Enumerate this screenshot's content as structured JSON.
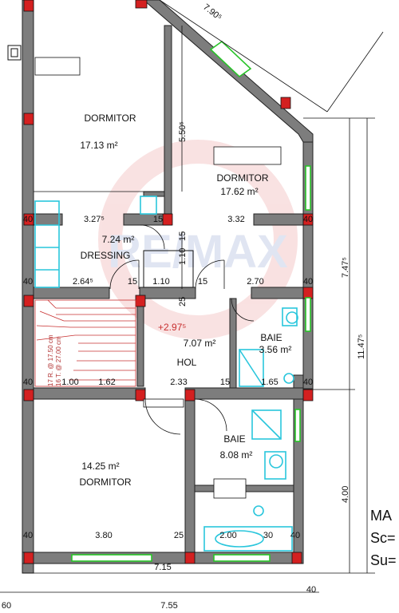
{
  "rooms": {
    "dormitor_top_left": {
      "name": "DORMITOR",
      "area": "17.13 m²"
    },
    "dormitor_top_right": {
      "name": "DORMITOR",
      "area": "17.62 m²"
    },
    "dressing": {
      "name": "DRESSING",
      "area": "7.24 m²"
    },
    "hol": {
      "name": "HOL",
      "area": "7.07 m²",
      "level": "+2.97⁵"
    },
    "baie_small": {
      "name": "BAIE",
      "area": "3.56 m²"
    },
    "baie_large": {
      "name": "BAIE",
      "area": "8.08 m²"
    },
    "dormitor_bottom": {
      "name": "DORMITOR",
      "area": "14.25 m²"
    }
  },
  "stairs": {
    "line1": "17 R. @ 17.50 cm",
    "line2": "16 T. @ 27.00 cm"
  },
  "dims": {
    "row1": [
      "40",
      "3.27⁵",
      "15",
      "3.32",
      "40"
    ],
    "row2": [
      "40",
      "2.64⁵",
      "15",
      "1.10",
      "15",
      "2.70",
      "40"
    ],
    "row3": [
      "40",
      "1.00",
      "1.62",
      "2.33",
      "15",
      "1.65",
      "40"
    ],
    "row4": [
      "40",
      "3.80",
      "25",
      "2.00",
      "30",
      "40"
    ],
    "total_715": "7.15",
    "total_755": "7.55",
    "left_60": "60",
    "right_40": "40",
    "top_diag": "7.90⁵",
    "v_550": "5.50⁵",
    "v_110": "1.10",
    "v_15": "15",
    "v_25": "25",
    "v_747": "7.47⁵",
    "v_1147": "11.47⁵",
    "v_400": "4.00"
  },
  "legend": {
    "line1": "MA",
    "line2": "Sc=",
    "line3": "Su="
  },
  "watermark": "RE/MAX"
}
